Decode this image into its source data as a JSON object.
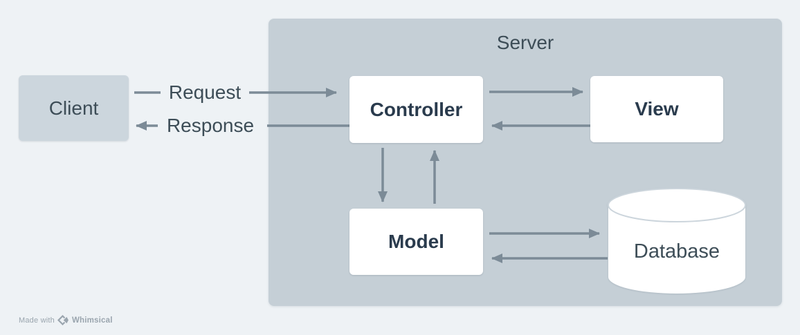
{
  "diagram": {
    "type": "architecture-flowchart",
    "container": {
      "label": "Server"
    },
    "nodes": {
      "client": {
        "label": "Client",
        "shape": "rectangle",
        "region": "outside-server"
      },
      "controller": {
        "label": "Controller",
        "shape": "rectangle",
        "region": "server"
      },
      "view": {
        "label": "View",
        "shape": "rectangle",
        "region": "server"
      },
      "model": {
        "label": "Model",
        "shape": "rectangle",
        "region": "server"
      },
      "database": {
        "label": "Database",
        "shape": "cylinder",
        "region": "server"
      }
    },
    "edges": [
      {
        "id": "request",
        "from": "client",
        "to": "controller",
        "label": "Request"
      },
      {
        "id": "response",
        "from": "controller",
        "to": "client",
        "label": "Response"
      },
      {
        "id": "controller-view",
        "from": "controller",
        "to": "view",
        "label": ""
      },
      {
        "id": "view-controller",
        "from": "view",
        "to": "controller",
        "label": ""
      },
      {
        "id": "controller-model",
        "from": "controller",
        "to": "model",
        "label": ""
      },
      {
        "id": "model-controller",
        "from": "model",
        "to": "controller",
        "label": ""
      },
      {
        "id": "model-database",
        "from": "model",
        "to": "database",
        "label": ""
      },
      {
        "id": "database-model",
        "from": "database",
        "to": "model",
        "label": ""
      }
    ]
  },
  "colors": {
    "page_bg": "#eef2f5",
    "server_fill": "#c5cfd6",
    "client_fill": "#ccd6dd",
    "node_fill": "#ffffff",
    "arrow": "#7c8b97",
    "text_regular": "#3d4d57",
    "text_bold": "#2a3b4d",
    "cylinder_stroke": "#ccd5dc",
    "watermark": "#9aa5ae"
  },
  "watermark": {
    "made_with": "Made with",
    "brand": "Whimsical",
    "logo": "whimsical-diamond-icon"
  }
}
